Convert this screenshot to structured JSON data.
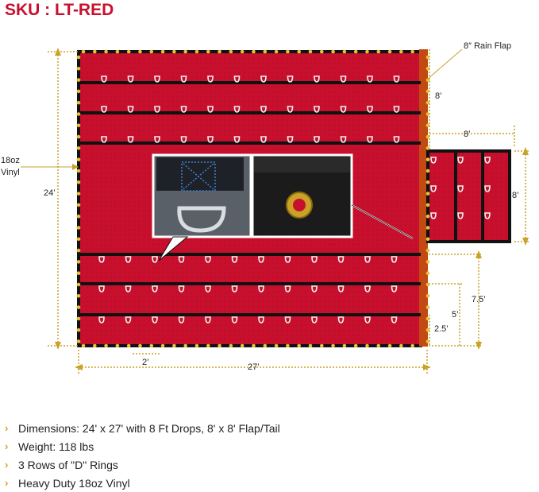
{
  "header": {
    "sku": "SKU : LT-RED"
  },
  "colors": {
    "tarp_red": "#c8102e",
    "hem_black": "#111111",
    "flap_orange": "#c24a12",
    "grommet_gold": "#e8c23a",
    "dim_line": "#c9a227"
  },
  "diagram": {
    "labels": {
      "rain_flap": "8″ Rain Flap",
      "vinyl": "18oz\nVinyl",
      "height_24": "24’",
      "width_27": "27’",
      "spacing_2": "2’",
      "drop_8": "8’",
      "flap_width_8": "8’",
      "flap_height_8": "8’",
      "ring_7_5": "7.5’",
      "ring_5": "5’",
      "ring_2_5": "2.5’"
    },
    "inset_icons": [
      "d-ring-icon",
      "brass-grommet-icon"
    ]
  },
  "features": [
    "Dimensions: 24' x 27' with 8 Ft Drops, 8' x 8' Flap/Tail",
    "Weight: 118 lbs",
    "3 Rows of \"D\" Rings",
    "Heavy Duty 18oz Vinyl"
  ]
}
